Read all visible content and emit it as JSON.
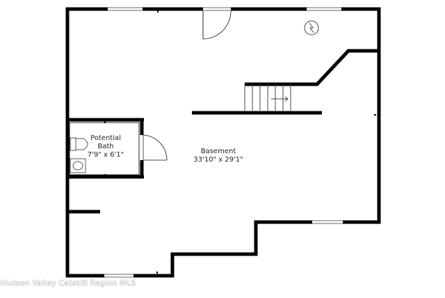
{
  "rooms": {
    "basement": {
      "name": "Basement",
      "dimensions": "33'10\" x 29'1\""
    },
    "bath": {
      "name_line1": "Potential",
      "name_line2": "Bath",
      "dimensions": "7'9\" x 6'1\""
    }
  },
  "watermark": "Hudson Valley Catskill Region MLS",
  "colors": {
    "wall": "#000000",
    "background": "#ffffff",
    "fixture": "#555555"
  }
}
